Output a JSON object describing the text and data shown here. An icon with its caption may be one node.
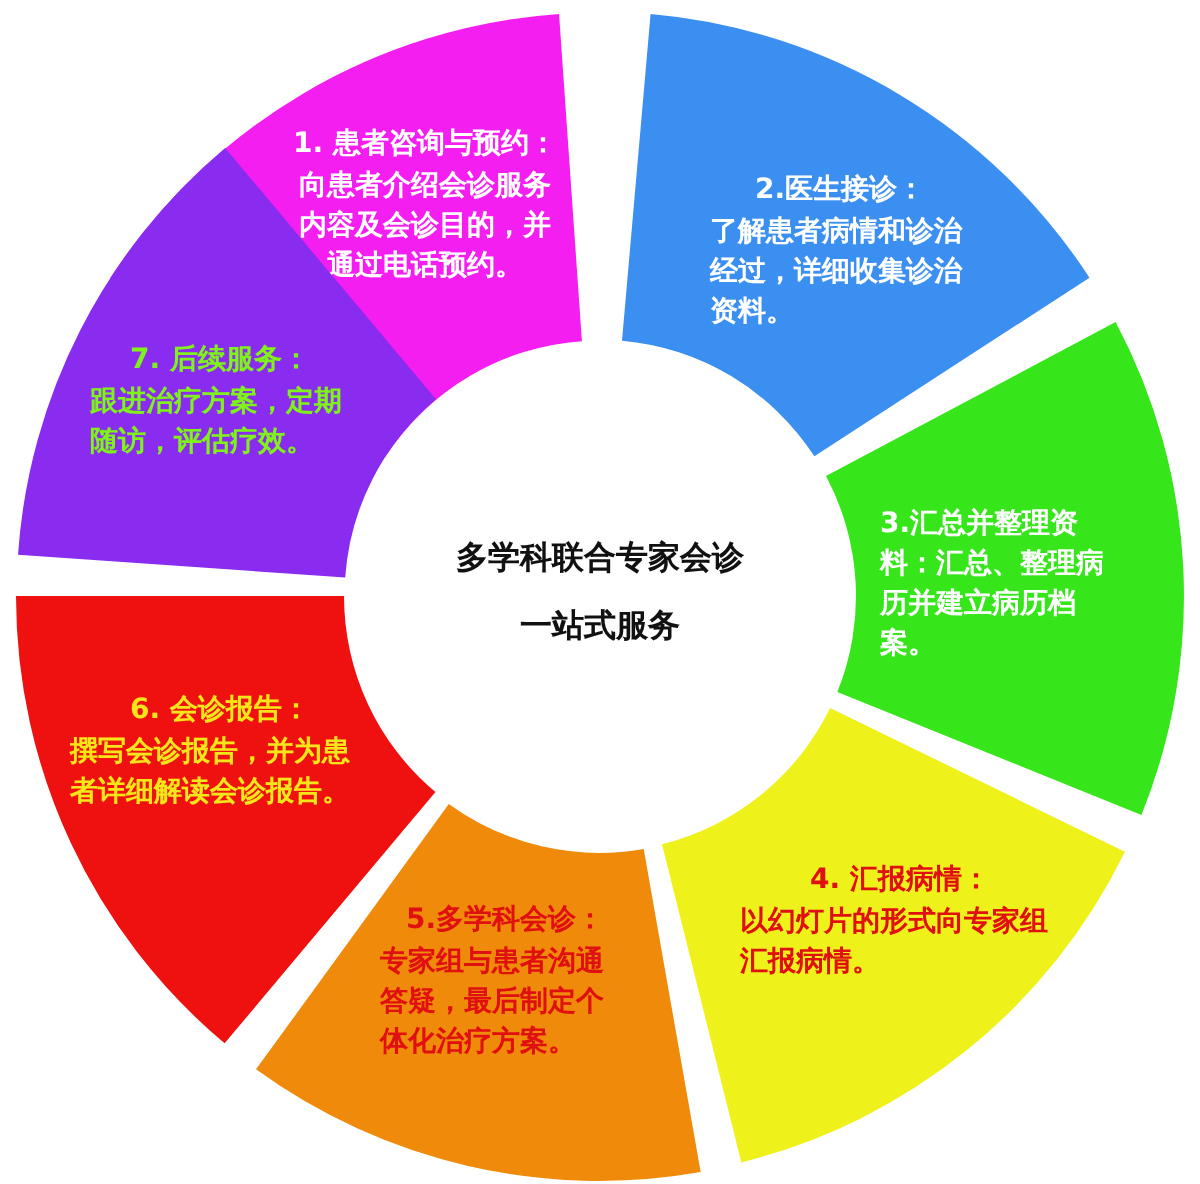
{
  "diagram": {
    "title": "多学科联合专家会诊一站式服务",
    "nodes": [
      {
        "text": [
          "1. 患者咨询与预约：",
          "向患者介绍会诊服务内容及会诊目的，并通过电话预约。"
        ]
      },
      {
        "text": [
          "2.医生接诊：",
          "了解患者病情和诊治经过，详细收集诊治资料。"
        ]
      },
      {
        "text": [
          "3.汇总并整理资料：汇总、整理病历并建立病历档案。"
        ]
      },
      {
        "text": [
          "4. 汇报病情：",
          "以幻灯片的形式向专家组汇报病情。"
        ]
      },
      {
        "text": [
          "5.多学科会诊：",
          "专家组与患者沟通答疑，最后制定个体化治疗方案。"
        ]
      },
      {
        "text": [
          "6. 会诊报告：",
          "撰写会诊报告，并为患者详细解读会诊报告。"
        ]
      },
      {
        "text": [
          "7. 后续服务：",
          "跟进治疗方案，定期随访，评估疗效。"
        ]
      }
    ],
    "edges": []
  }
}
